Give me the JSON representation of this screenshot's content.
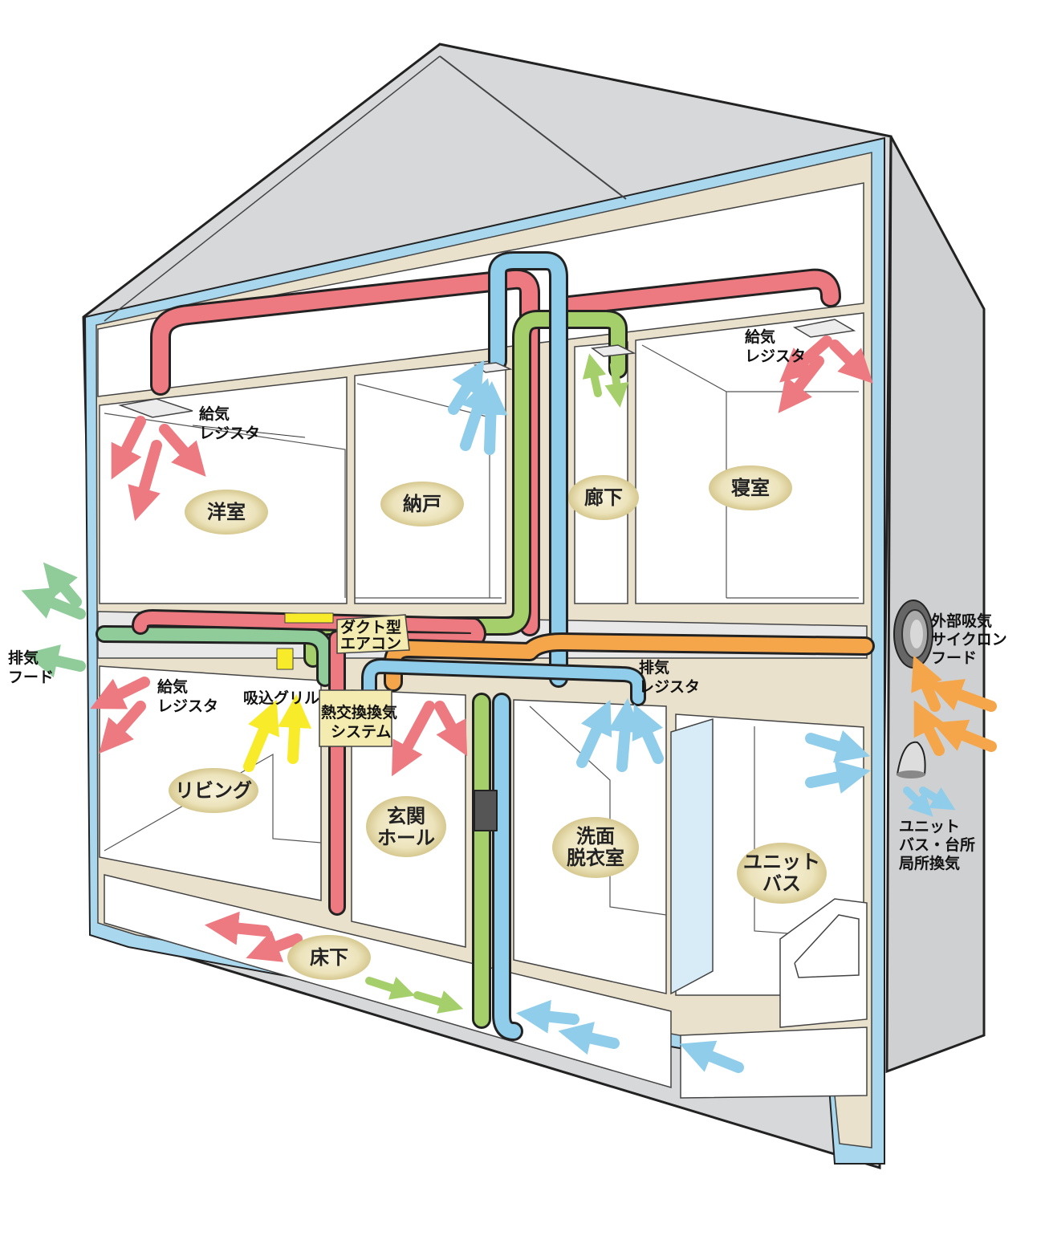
{
  "colors": {
    "supply": "#ec7a80",
    "exhaust_blue": "#8fcdea",
    "green_duct": "#a5cf6a",
    "green_exhaust": "#8fcc9a",
    "orange_intake": "#f5a64a",
    "yellow": "#f7eb2a",
    "wall_blue": "#a9d7ee",
    "wall_beige": "#e9e1cc",
    "roof_grey": "#d4d5d7",
    "side_grey": "#cfd0d2",
    "badge": "#f1ebc9"
  },
  "rooms": {
    "western_room": "洋室",
    "storage": "納戸",
    "hallway": "廊下",
    "bedroom": "寝室",
    "living": "リビング",
    "entrance": [
      "玄関",
      "ホール"
    ],
    "washroom": [
      "洗面",
      "脱衣室"
    ],
    "unit_bath": [
      "ユニット",
      "バス"
    ],
    "underfloor": "床下"
  },
  "labels": {
    "supply_register_l1": "給気",
    "supply_register_l2": "レジスタ",
    "exhaust_hood_l1": "排気",
    "exhaust_hood_l2": "フード",
    "exhaust_register_l1": "排気",
    "exhaust_register_l2": "レジスタ",
    "intake_grill": "吸込グリル",
    "duct_ac_l1": "ダクト型",
    "duct_ac_l2": "エアコン",
    "heat_exchange_l1": "熱交換換気",
    "heat_exchange_l2": "システム",
    "outside_hood_l1": "外部吸気",
    "outside_hood_l2": "サイクロン",
    "outside_hood_l3": "フード",
    "local_exhaust_l1": "ユニット",
    "local_exhaust_l2": "バス・台所",
    "local_exhaust_l3": "局所換気"
  }
}
